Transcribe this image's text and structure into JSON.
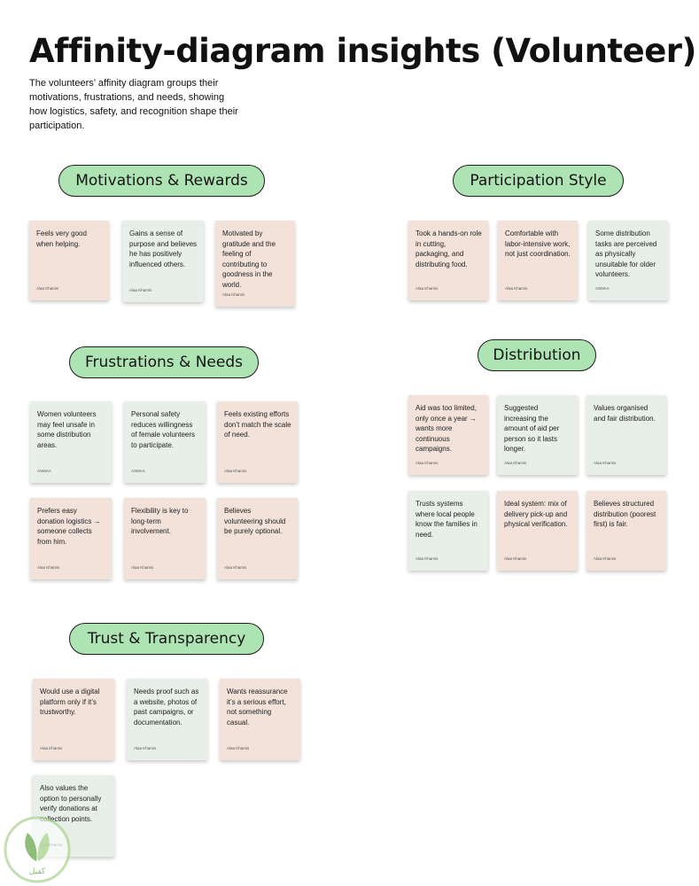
{
  "title": "Affinity-diagram insights (Volunteer)",
  "intro": "The volunteers’ affinity diagram groups their motivations, frustrations, and needs, showing how logistics, safety, and recognition shape their participation.",
  "groups": {
    "motivations": {
      "label": "Motivations & Rewards",
      "notes": [
        {
          "text": "Feels very good when helping.",
          "author": "Alaa Khamis"
        },
        {
          "text": "Gains a sense of purpose and believes he has positively influenced others.",
          "author": "Alaa Khamis"
        },
        {
          "text": "Motivated by gratitude and the feeling of contributing to goodness in the world.",
          "author": "Alaa Khamis"
        }
      ]
    },
    "participation": {
      "label": "Participation Style",
      "notes": [
        {
          "text": "Took a hands-on role in cutting, packaging, and distributing food.",
          "author": "Alaa Khamis"
        },
        {
          "text": "Comfortable with labor-intensive work, not just coordination.",
          "author": "Alaa Khamis"
        },
        {
          "text": "Some distribution tasks are perceived as physically unsuitable for older volunteers.",
          "author": "ASMAA"
        }
      ]
    },
    "frustrations": {
      "label": "Frustrations & Needs",
      "notes": [
        {
          "text": "Women volunteers may feel unsafe in some distribution areas.",
          "author": "ASMAA"
        },
        {
          "text": "Personal safety reduces willingness of female volunteers to participate.",
          "author": "ASMAA"
        },
        {
          "text": "Feels existing efforts don’t match the scale of need.",
          "author": "Alaa Khamis"
        },
        {
          "text": "Prefers easy donation logistics → someone collects from him.",
          "author": "Alaa Khamis"
        },
        {
          "text": "Flexibility is key to long-term involvement.",
          "author": "Alaa Khamis"
        },
        {
          "text": "Believes volunteering should be purely optional.",
          "author": "Alaa Khamis"
        }
      ]
    },
    "distribution": {
      "label": "Distribution",
      "notes": [
        {
          "text": "Aid was too limited, only once a year → wants more continuous campaigns.",
          "author": "Alaa Khamis"
        },
        {
          "text": "Suggested increasing the amount of aid per person so it lasts longer.",
          "author": "Alaa Khamis"
        },
        {
          "text": "Values organised and fair distribution.",
          "author": "Alaa Khamis"
        },
        {
          "text": "Trusts systems where local people know the families in need.",
          "author": "Alaa Khamis"
        },
        {
          "text": "Ideal system: mix of delivery pick-up and physical verification.",
          "author": "Alaa Khamis"
        },
        {
          "text": "Believes structured distribution (poorest first) is fair.",
          "author": "Alaa Khamis"
        }
      ]
    },
    "trust": {
      "label": "Trust & Transparency",
      "notes": [
        {
          "text": "Would use a digital platform only if it’s trustworthy.",
          "author": "Alaa Khamis"
        },
        {
          "text": "Needs proof such as a website, photos of past campaigns, or documentation.",
          "author": "Alaa Khamis"
        },
        {
          "text": "Wants reassurance it’s a serious effort, not something casual.",
          "author": "Alaa Khamis"
        },
        {
          "text": "Also values the option to personally verify donations at collection points.",
          "author": "Alaa Khamis"
        }
      ]
    }
  },
  "logo": {
    "text": "كفيل",
    "colors": {
      "leaf_dark": "#6aa84f",
      "leaf_light": "#a9d18e"
    }
  },
  "colors": {
    "pill": "#aee3b4",
    "note_peach": "#f2e2da",
    "note_mint": "#e7efe8"
  }
}
